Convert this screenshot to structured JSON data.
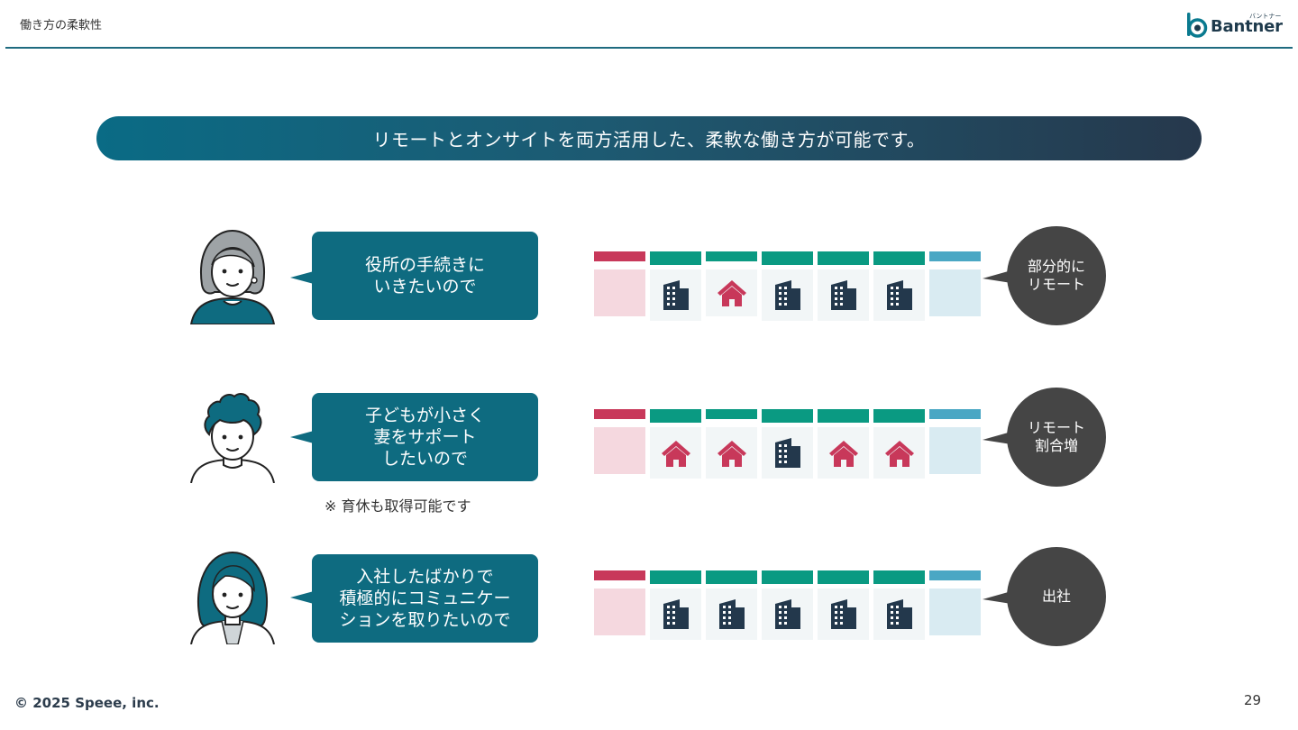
{
  "header": {
    "title": "働き方の柔軟性"
  },
  "logo": {
    "name": "Bantner",
    "kana": "バントナー"
  },
  "banner": {
    "text": "リモートとオンサイトを両方活用した、柔軟な働き方が可能です。"
  },
  "colors": {
    "teal_bubble": "#0e6b80",
    "green_bar": "#0a9a82",
    "sun_bar": "#c8385a",
    "sat_bar": "#4aa7c4",
    "sun_cell": "#f5d8df",
    "sat_cell": "#d9ebf2",
    "building": "#23384c",
    "house": "#c8385a",
    "circle": "#454545"
  },
  "rows": [
    {
      "reason": "役所の手続きに\nいきたいので",
      "days": [
        "weekend-sun",
        "office",
        "remote",
        "office",
        "office",
        "office",
        "weekend-sat"
      ],
      "result": "部分的に\nリモート"
    },
    {
      "reason": "子どもが小さく\n妻をサポート\nしたいので",
      "days": [
        "weekend-sun",
        "remote",
        "remote",
        "office",
        "remote",
        "remote",
        "weekend-sat"
      ],
      "result": "リモート\n割合増"
    },
    {
      "reason": "入社したばかりで\n積極的にコミュニケー\nションを取りたいので",
      "days": [
        "weekend-sun",
        "office",
        "office",
        "office",
        "office",
        "office",
        "weekend-sat"
      ],
      "result": "出社"
    }
  ],
  "note": "※ 育休も取得可能です",
  "footer": {
    "copyright": "© 2025 Speee, inc.",
    "page_number": "29"
  }
}
